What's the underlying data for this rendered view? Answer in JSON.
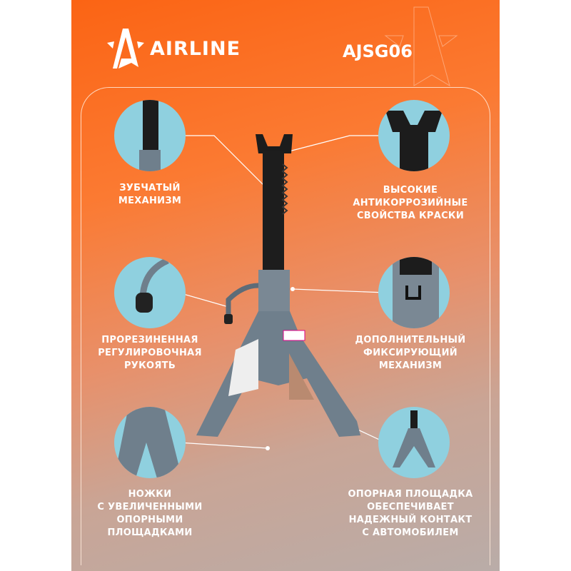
{
  "brand": {
    "name": "AIRLINE",
    "model": "AJSG06"
  },
  "features": {
    "left": [
      {
        "lines": [
          "ЗУБЧАТЫЙ",
          "МЕХАНИЗМ"
        ]
      },
      {
        "lines": [
          "ПРОРЕЗИНЕННАЯ",
          "РЕГУЛИРОВОЧНАЯ",
          "РУКОЯТЬ"
        ]
      },
      {
        "lines": [
          "НОЖКИ",
          "С УВЕЛИЧЕННЫМИ",
          "ОПОРНЫМИ",
          "ПЛОЩАДКАМИ"
        ]
      }
    ],
    "right": [
      {
        "lines": [
          "ВЫСОКИЕ",
          "АНТИКОРРОЗИЙНЫЕ",
          "СВОЙСТВА КРАСКИ"
        ]
      },
      {
        "lines": [
          "ДОПОЛНИТЕЛЬНЫЙ",
          "ФИКСИРУЮЩИЙ",
          "МЕХАНИЗМ"
        ]
      },
      {
        "lines": [
          "ОПОРНАЯ ПЛОЩАДКА",
          "ОБЕСПЕЧИВАЕТ",
          "НАДЕЖНЫЙ КОНТАКТ",
          "С АВТОМОБИЛЕМ"
        ]
      }
    ]
  },
  "colors": {
    "accent": "#fb6414",
    "circle": "#8fd0df",
    "steel": "#6f7f8c",
    "black": "#1c1c1c"
  }
}
